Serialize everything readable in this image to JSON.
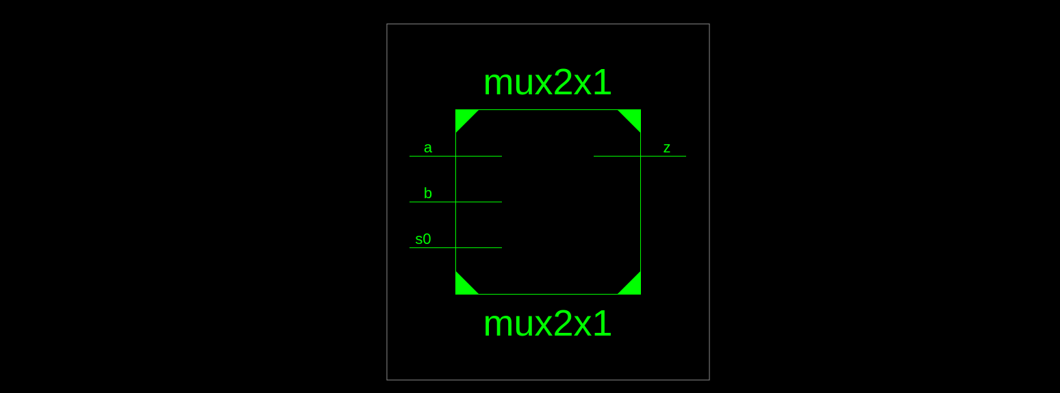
{
  "colors": {
    "background": "#000000",
    "frame": "#8c8c8c",
    "symbol": "#00ff00"
  },
  "symbol": {
    "name_top": "mux2x1",
    "name_bottom": "mux2x1",
    "inputs": [
      "a",
      "b",
      "s0"
    ],
    "outputs": [
      "z"
    ]
  }
}
